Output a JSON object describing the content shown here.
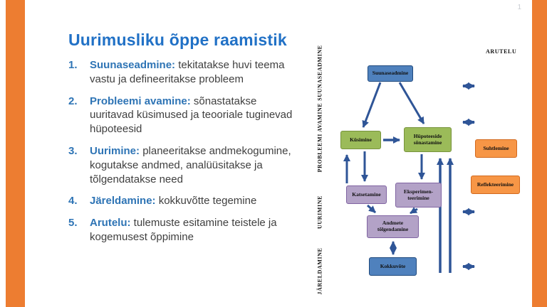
{
  "slide": {
    "page_number": "1",
    "title": "Uurimusliku õppe raamistik"
  },
  "list": {
    "items": [
      {
        "num": "1.",
        "lead": "Suunaseadmine:",
        "text": "tekitatakse huvi teema vastu ja defineeritakse probleem"
      },
      {
        "num": "2.",
        "lead": "Probleemi avamine:",
        "text": "sõnastatakse uuritavad küsimused ja teooriale tuginevad hüpoteesid"
      },
      {
        "num": "3.",
        "lead": "Uurimine:",
        "text": "planeeritakse andmekogumine, kogutakse andmed, analüüsitakse ja tõlgendatakse need"
      },
      {
        "num": "4.",
        "lead": "Järeldamine:",
        "text": "kokkuvõtte tegemine"
      },
      {
        "num": "5.",
        "lead": "Arutelu:",
        "text": "tulemuste esitamine teistele ja kogemusest õppimine"
      }
    ]
  },
  "diagram": {
    "top_label": "ARUTELU",
    "side_labels": [
      {
        "label": "SUUNASEADMINE"
      },
      {
        "label": "PROBLEEMI AVAMINE"
      },
      {
        "label": "UURIMINE"
      },
      {
        "label": "JÄRELDAMINE"
      }
    ],
    "boxes": {
      "suunaseadmine": {
        "label": "Suunaseadmine",
        "color": "#4F81BD"
      },
      "kusimine": {
        "label": "Küsimine",
        "color": "#9BBB59"
      },
      "hupoteeside": {
        "label": "Hüpoteeside sõnastamine",
        "color": "#9BBB59"
      },
      "katsetamine": {
        "label": "Katsetamine",
        "color": "#B3A2C7"
      },
      "eksperimenteerimine": {
        "label": "Eksperimen-teerimine",
        "color": "#B3A2C7"
      },
      "andmete": {
        "label": "Andmete tõlgendamine",
        "color": "#B3A2C7"
      },
      "kokkuvote": {
        "label": "Kokkuvõte",
        "color": "#4F81BD"
      },
      "suhtlemine": {
        "label": "Suhtlemine",
        "color": "#F79646"
      },
      "reflekteerimine": {
        "label": "Reflekteerimine",
        "color": "#F79646"
      }
    }
  },
  "colors": {
    "accent_orange": "#ED7D31",
    "title_blue": "#2171C6",
    "lead_blue": "#2E74B5",
    "arrow_blue": "#2F5597"
  }
}
